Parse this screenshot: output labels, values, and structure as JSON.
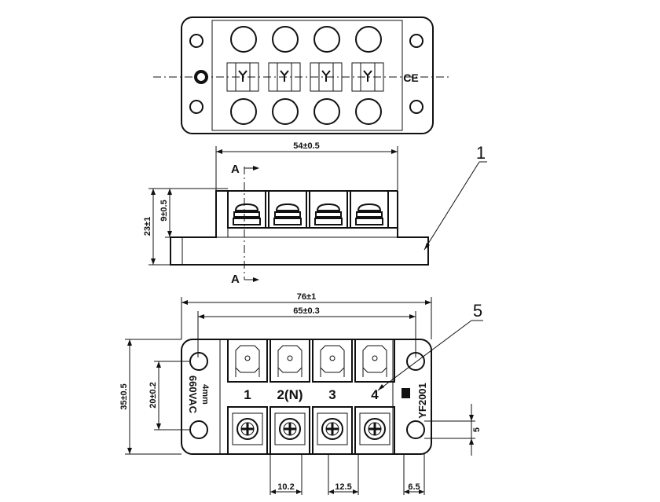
{
  "top_view": {
    "ce_mark": "CE"
  },
  "front_view": {
    "dim_width": "54±0.5",
    "dim_height_total": "23±1",
    "dim_height_upper": "9±0.5",
    "section_top": "A",
    "section_bottom": "A",
    "callout": "1"
  },
  "bottom_view": {
    "dim_overall": "76±1",
    "dim_mount": "65±0.3",
    "dim_height": "35±0.5",
    "dim_hole_spacing": "20±0.2",
    "label_current": "4mm",
    "label_voltage": "660VAC",
    "model": "YF2001",
    "terminals": [
      "1",
      "2(N)",
      "3",
      "4"
    ],
    "callout": "5",
    "dim_pitch_a": "10.2",
    "dim_pitch_b": "12.5",
    "dim_edge": "6.5",
    "dim_side": "5"
  }
}
